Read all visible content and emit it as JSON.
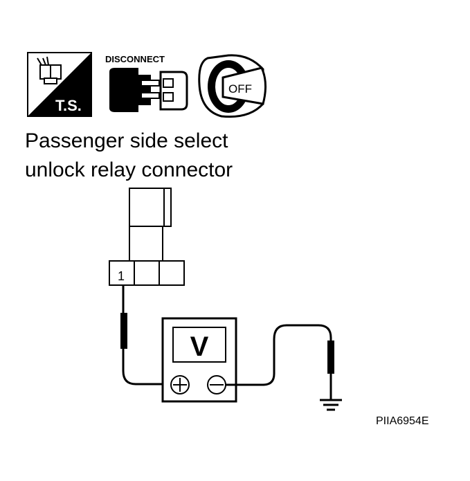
{
  "icons": {
    "ts_label": "T.S.",
    "disconnect_label": "DISCONNECT",
    "ignition_label": "OFF"
  },
  "caption": {
    "line1": "Passenger side select",
    "line2": "unlock relay connector"
  },
  "connector": {
    "pin_label": "1"
  },
  "meter": {
    "label": "V",
    "positive_symbol": "+",
    "negative_symbol": "−"
  },
  "reference_code": "PIIA6954E"
}
